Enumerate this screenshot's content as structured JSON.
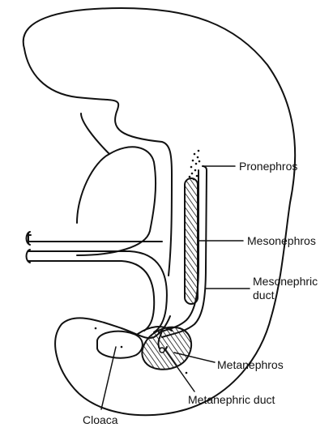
{
  "labels": {
    "pronephros": "Pronephros",
    "mesonephros": "Mesonephros",
    "mesonephric_duct_line1": "Mesonephric",
    "mesonephric_duct_line2": "duct",
    "metanephros": "Metanephros",
    "metanephric_duct": "Metanephric duct",
    "cloaca": "Cloaca"
  }
}
